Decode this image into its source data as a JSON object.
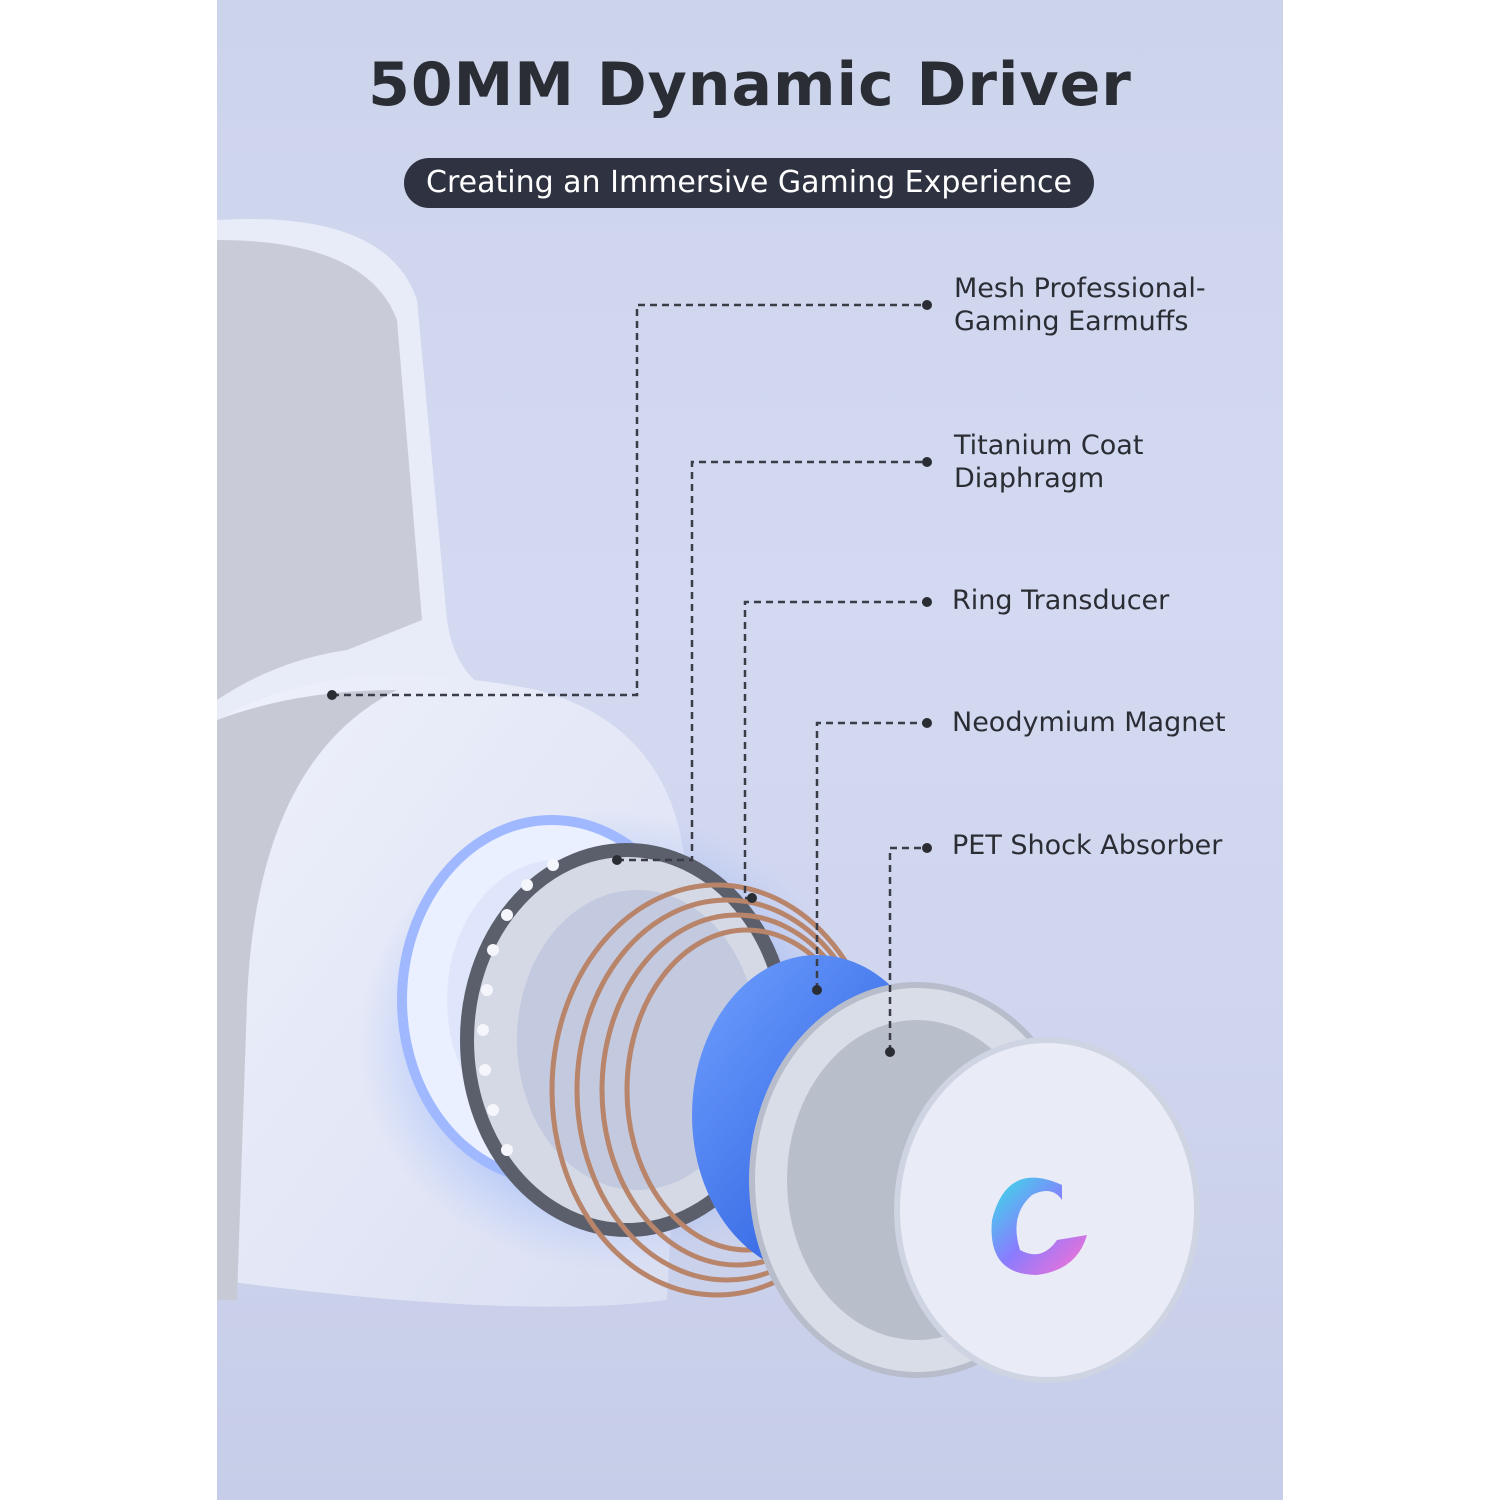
{
  "header": {
    "title": "50MM Dynamic Driver",
    "subtitle": "Creating an Immersive Gaming Experience"
  },
  "callouts": [
    {
      "line1": "Mesh Professional-",
      "line2": "Gaming Earmuffs"
    },
    {
      "line1": "Titanium Coat",
      "line2": "Diaphragm"
    },
    {
      "line1": "Ring Transducer",
      "line2": ""
    },
    {
      "line1": "Neodymium Magnet",
      "line2": ""
    },
    {
      "line1": "PET Shock Absorber",
      "line2": ""
    }
  ],
  "colors": {
    "background": "#cfd5ee",
    "pill": "#2f3240",
    "text": "#2b2d35",
    "glow": "#2f6bff",
    "copper": "#b8846a"
  }
}
